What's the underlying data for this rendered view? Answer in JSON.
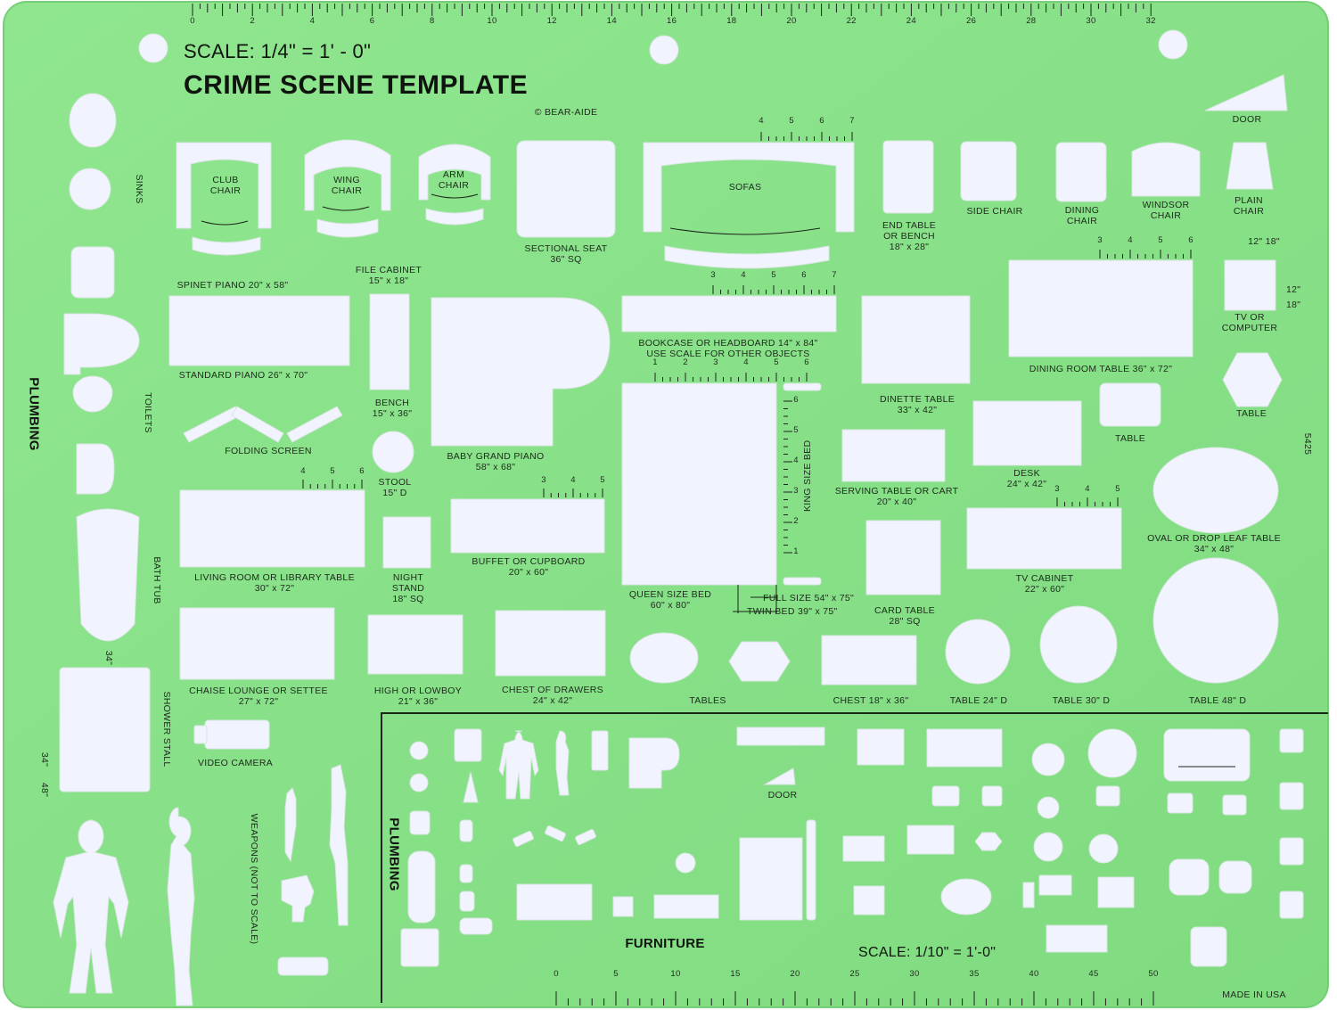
{
  "colors": {
    "plastic": "#86df86",
    "plastic_edge": "#7ad57a",
    "cutout": "#f2f5ff",
    "ink": "#1b251b"
  },
  "header": {
    "scale": "SCALE: 1/4\" = 1' - 0\"",
    "title": "CRIME SCENE TEMPLATE",
    "copyright": "© BEAR-AIDE",
    "model": "5425"
  },
  "ruler_top": {
    "ticks": [
      "0",
      "2",
      "4",
      "6",
      "8",
      "10",
      "12",
      "14",
      "16",
      "18",
      "20",
      "22",
      "24",
      "26",
      "28",
      "30",
      "32"
    ]
  },
  "labels": {
    "club_chair": "CLUB\nCHAIR",
    "wing_chair": "WING\nCHAIR",
    "arm_chair": "ARM\nCHAIR",
    "sectional": "SECTIONAL SEAT\n36\" SQ",
    "sofas": "SOFAS",
    "end_table": "END TABLE\nOR BENCH\n18\" x 28\"",
    "side_chair": "SIDE CHAIR",
    "dining_chair": "DINING\nCHAIR",
    "windsor_chair": "WINDSOR\nCHAIR",
    "plain_chair": "PLAIN\nCHAIR",
    "door": "DOOR",
    "sinks": "SINKS",
    "toilets": "TOILETS",
    "plumbing": "PLUMBING",
    "bath_tub": "BATH TUB",
    "shower_stall": "SHOWER STALL",
    "spinet_piano": "SPINET PIANO 20\" x 58\"",
    "file_cabinet": "FILE CABINET\n15\" x 18\"",
    "standard_piano": "STANDARD PIANO 26\" x 70\"",
    "bench": "BENCH\n15\" x 36\"",
    "folding_screen": "FOLDING SCREEN",
    "stool": "STOOL\n15\" D",
    "baby_grand": "BABY GRAND PIANO\n58\" x 68\"",
    "bookcase": "BOOKCASE OR HEADBOARD 14\" x 84\"\nUSE SCALE FOR OTHER OBJECTS",
    "dinette_table": "DINETTE TABLE\n33\" x 42\"",
    "dining_room_table": "DINING ROOM TABLE 36\" x 72\"",
    "tv_computer": "TV OR\nCOMPUTER",
    "tv_sizes": "12\" 18\"",
    "tv_side_12": "12\"",
    "tv_side_18": "18\"",
    "table_hex": "TABLE",
    "table_small": "TABLE",
    "desk": "DESK\n24\" x 42\"",
    "serving_table": "SERVING TABLE OR CART\n20\" x 40\"",
    "king_size_bed": "KING SIZE BED",
    "living_room_table": "LIVING ROOM OR LIBRARY TABLE\n30\" x 72\"",
    "night_stand": "NIGHT\nSTAND\n18\" SQ",
    "buffet": "BUFFET OR CUPBOARD\n20\" x 60\"",
    "queen_bed": "QUEEN SIZE BED\n60\" x 80\"",
    "full_size": "FULL SIZE 54\" x 75\"",
    "twin_bed": "TWIN BED 39\" x 75\"",
    "card_table": "CARD TABLE\n28\" SQ",
    "tv_cabinet": "TV CABINET\n22\" x 60\"",
    "oval_table": "OVAL OR DROP LEAF TABLE\n34\" x 48\"",
    "chaise": "CHAISE LOUNGE OR SETTEE\n27\" x 72\"",
    "highboy": "HIGH OR LOWBOY\n21\" x 36\"",
    "chest_drawers": "CHEST OF DRAWERS\n24\" x 42\"",
    "tables": "TABLES",
    "chest": "CHEST 18\" x 36\"",
    "table_24": "TABLE 24\" D",
    "table_30": "TABLE 30\" D",
    "table_48": "TABLE 48\" D",
    "video_camera": "VIDEO CAMERA",
    "weapons": "WEAPONS (NOT TO SCALE)",
    "dim_34a": "34\"",
    "dim_34b": "34\"",
    "dim_48": "48\"",
    "door_small": "DOOR",
    "plumbing_small": "PLUMBING",
    "furniture": "FURNITURE",
    "scale_small": "SCALE: 1/10\" = 1'-0\"",
    "made_in": "MADE IN USA"
  },
  "scales": {
    "sofa": [
      "4",
      "5",
      "6",
      "7"
    ],
    "bookcase": [
      "3",
      "4",
      "5",
      "6",
      "7"
    ],
    "queen": [
      "1",
      "2",
      "3",
      "4",
      "5",
      "6"
    ],
    "king": [
      "1",
      "2",
      "3",
      "4",
      "5",
      "6"
    ],
    "living": [
      "4",
      "5",
      "6"
    ],
    "buffet": [
      "3",
      "4",
      "5"
    ],
    "dining": [
      "3",
      "4",
      "5",
      "6"
    ],
    "tvcab": [
      "3",
      "4",
      "5"
    ]
  },
  "ruler_bottom": {
    "ticks": [
      "0",
      "5",
      "10",
      "15",
      "20",
      "25",
      "30",
      "35",
      "40",
      "45",
      "50"
    ]
  }
}
